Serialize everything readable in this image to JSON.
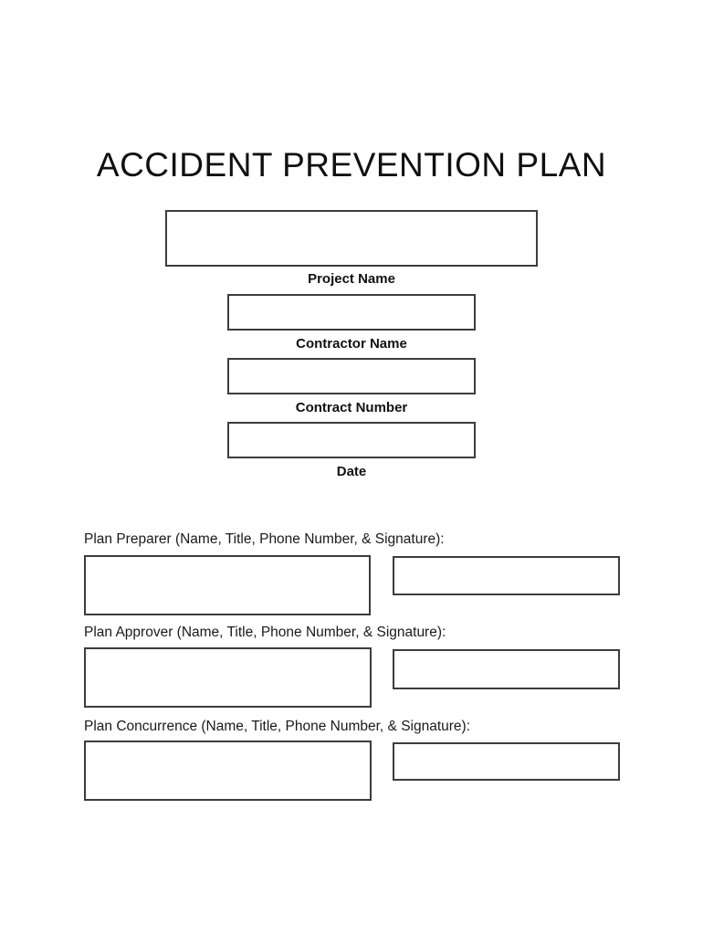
{
  "page": {
    "title": "ACCIDENT PREVENTION PLAN"
  },
  "header_fields": [
    {
      "label": "Project Name",
      "value": ""
    },
    {
      "label": "Contractor Name",
      "value": ""
    },
    {
      "label": "Contract Number",
      "value": ""
    },
    {
      "label": "Date",
      "value": ""
    }
  ],
  "signature_sections": [
    {
      "label": "Plan Preparer (Name, Title, Phone Number, & Signature):",
      "info_value": "",
      "signature_value": ""
    },
    {
      "label": "Plan Approver (Name, Title, Phone Number, & Signature):",
      "info_value": "",
      "signature_value": ""
    },
    {
      "label": "Plan Concurrence (Name, Title, Phone Number, & Signature):",
      "info_value": "",
      "signature_value": ""
    }
  ],
  "colors": {
    "background": "#ffffff",
    "box_border": "#3c3c3c",
    "text": "#111111"
  }
}
